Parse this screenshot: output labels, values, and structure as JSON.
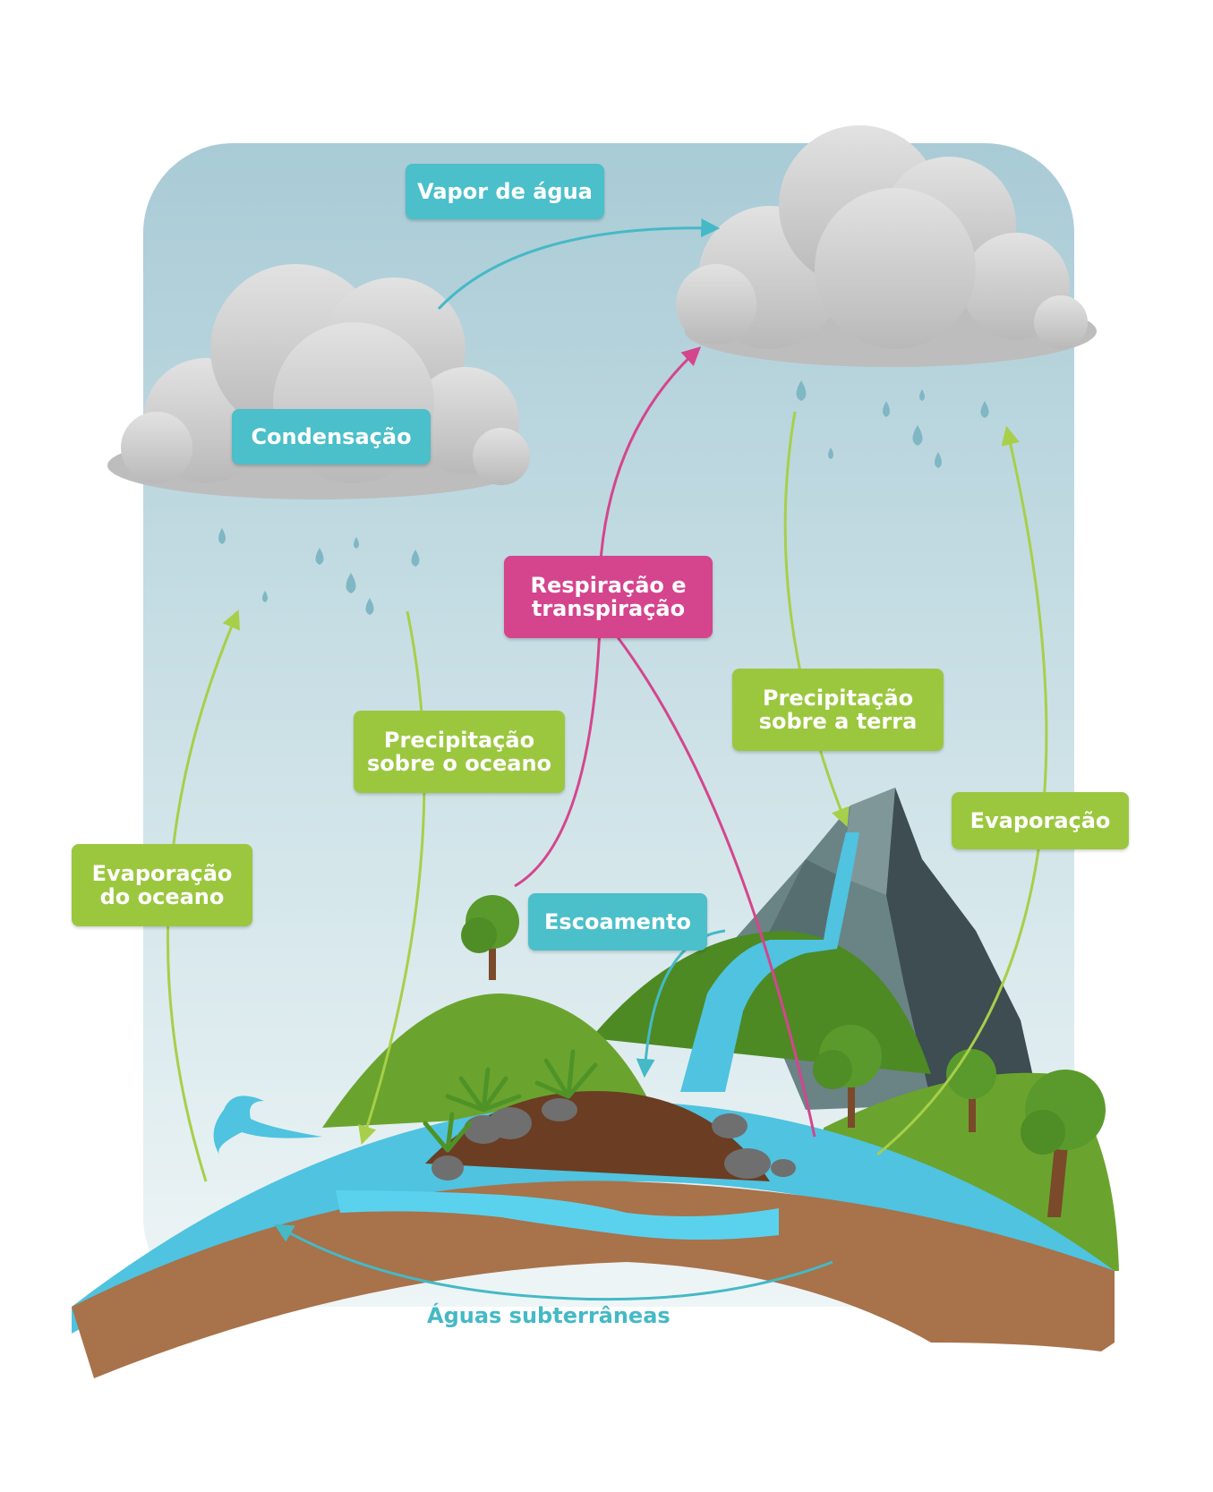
{
  "labels": {
    "vapor": "Vapor de água",
    "condensacao": "Condensação",
    "respiracao_line1": "Respiração e",
    "respiracao_line2": "transpiração",
    "precip_oceano_line1": "Precipitação",
    "precip_oceano_line2": "sobre o oceano",
    "precip_terra_line1": "Precipitação",
    "precip_terra_line2": "sobre a terra",
    "evaporacao": "Evaporação",
    "evap_oceano_line1": "Evaporação",
    "evap_oceano_line2": "do oceano",
    "escoamento": "Escoamento",
    "aguas_subterraneas": "Águas subterrâneas"
  },
  "colors": {
    "sky": "#c6dee4",
    "teal_label": "#4bbfca",
    "green_label": "#9bc73f",
    "magenta_label": "#d4458d",
    "cloud": "#cfcfcf",
    "water": "#4fc3e0",
    "soil": "#a8724a",
    "grass": "#6aa42e",
    "mountain": "#5b7375"
  },
  "icons": [
    "cloud-icon",
    "raindrop-icon",
    "tree-icon",
    "mountain-icon",
    "rock-icon",
    "grass-tuft-icon",
    "wave-icon",
    "arrow-icon"
  ]
}
